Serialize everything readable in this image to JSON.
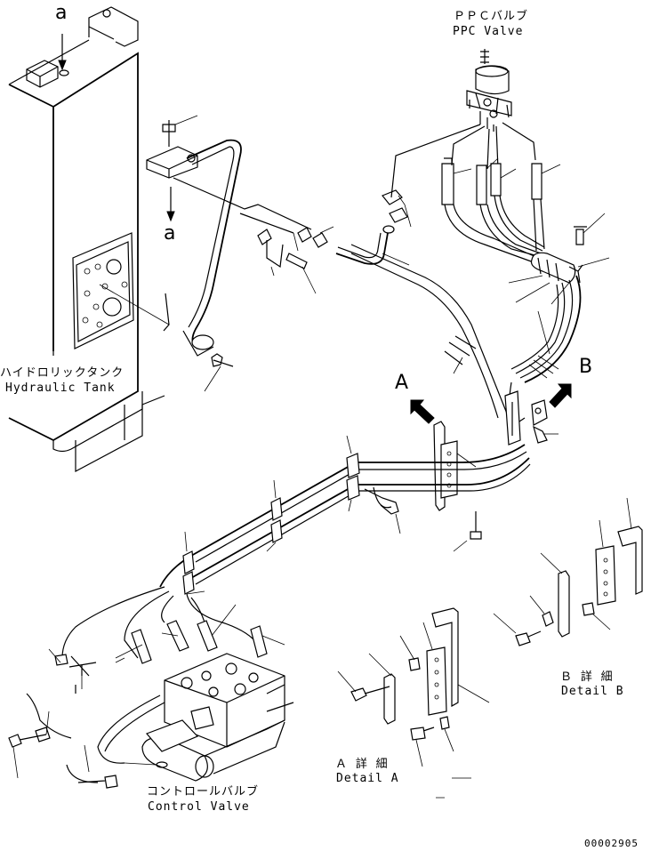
{
  "labels": {
    "ppc_valve_jp": "ＰＰＣバルブ",
    "ppc_valve_en": "PPC Valve",
    "hydraulic_tank_jp": "ハイドロリックタンク",
    "hydraulic_tank_en": "Hydraulic Tank",
    "control_valve_jp": "コントロールバルブ",
    "control_valve_en": "Control Valve",
    "detail_a_jp": "Ａ 詳 細",
    "detail_a_en": "Detail A",
    "detail_b_jp": "Ｂ 詳 細",
    "detail_b_en": "Detail B",
    "view_a_top": "a",
    "view_a_mid": "a",
    "callout_a": "A",
    "callout_b": "B",
    "drawing_number": "00002905"
  }
}
